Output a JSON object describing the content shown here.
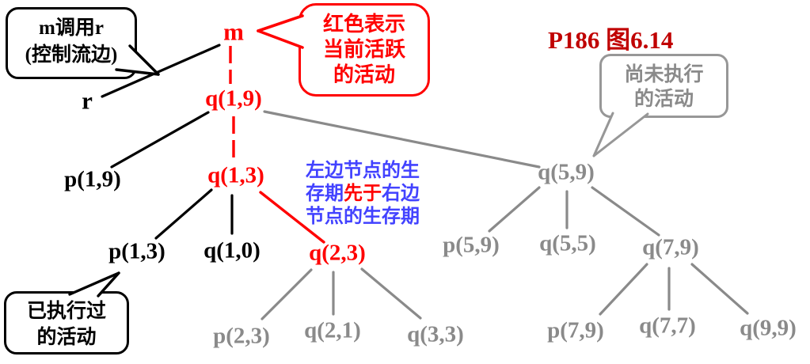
{
  "title": "P186 图6.14",
  "colors": {
    "active_red": "#ff0000",
    "executed_black": "#000000",
    "pending_gray": "#8a8a8a",
    "title_red": "#c00000",
    "note_blue": "#4242ff"
  },
  "callouts": {
    "control_flow": {
      "line1": "m调用r",
      "line2": "(控制流边)"
    },
    "active": {
      "line1": "红色表示",
      "line2": "当前活跃",
      "line3": "的活动"
    },
    "pending": {
      "line1": "尚未执行",
      "line2": "的活动"
    },
    "executed": {
      "line1": "已执行过",
      "line2": "的活动"
    }
  },
  "note": {
    "line1": "左边节点的生",
    "line2_pre": "存期",
    "line2_red": "先于",
    "line2_post": "右边",
    "line3": "节点的生存期"
  },
  "nodes": {
    "m": {
      "label": "m",
      "status": "active"
    },
    "r": {
      "label": "r",
      "status": "executed"
    },
    "q19": {
      "label": "q(1,9)",
      "status": "active"
    },
    "p19": {
      "label": "p(1,9)",
      "status": "executed"
    },
    "q13": {
      "label": "q(1,3)",
      "status": "active"
    },
    "q59": {
      "label": "q(5,9)",
      "status": "pending"
    },
    "p13": {
      "label": "p(1,3)",
      "status": "executed"
    },
    "q10": {
      "label": "q(1,0)",
      "status": "executed"
    },
    "q23": {
      "label": "q(2,3)",
      "status": "active"
    },
    "p59": {
      "label": "p(5,9)",
      "status": "pending"
    },
    "q55": {
      "label": "q(5,5)",
      "status": "pending"
    },
    "q79": {
      "label": "q(7,9)",
      "status": "pending"
    },
    "p23": {
      "label": "p(2,3)",
      "status": "pending"
    },
    "q21": {
      "label": "q(2,1)",
      "status": "pending"
    },
    "q33": {
      "label": "q(3,3)",
      "status": "pending"
    },
    "p79": {
      "label": "p(7,9)",
      "status": "pending"
    },
    "q77": {
      "label": "q(7,7)",
      "status": "pending"
    },
    "q99": {
      "label": "q(9,9)",
      "status": "pending"
    }
  }
}
